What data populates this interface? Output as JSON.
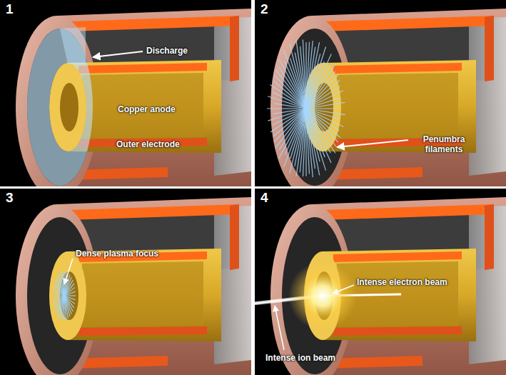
{
  "diagram": {
    "nodes": [
      {
        "text": [
          "1"
        ]
      },
      {
        "text": [
          "2"
        ]
      },
      {
        "text": [
          "3"
        ]
      },
      {
        "text": [
          "4"
        ]
      }
    ],
    "labels": [
      "Discharge",
      "Copper anode",
      "Outer electrode",
      "Penumbra filaments",
      "Dense plasma focus",
      "Intense electron beam",
      "Intense ion beam"
    ]
  }
}
